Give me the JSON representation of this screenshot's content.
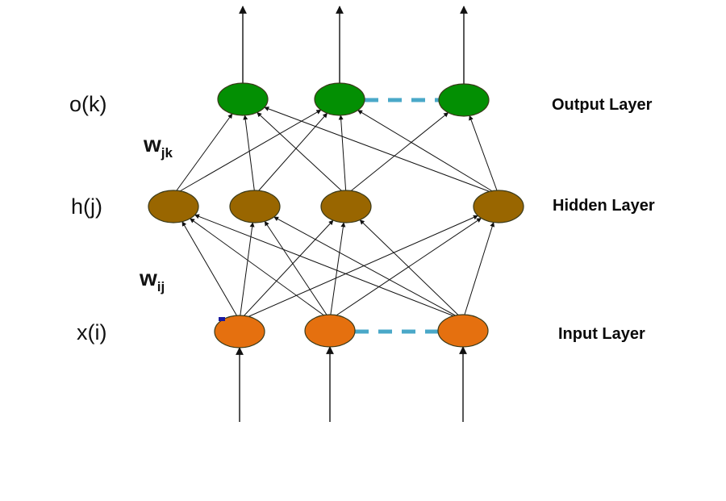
{
  "title": "Feed-forward neural network",
  "colors": {
    "output_node": "#038f03",
    "hidden_node": "#996600",
    "input_node": "#e5700f",
    "ellipsis_dash": "#4aa8c8",
    "edge": "#111111"
  },
  "layers": {
    "output": {
      "label": "Output Layer",
      "symbol": "o(k)",
      "node_count": 3
    },
    "hidden": {
      "label": "Hidden Layer",
      "symbol": "h(j)",
      "node_count": 4
    },
    "input": {
      "label": "Input Layer",
      "symbol": "x(i)",
      "node_count": 3
    }
  },
  "weights": {
    "hidden_to_output": {
      "base": "w",
      "subscript": "jk"
    },
    "input_to_hidden": {
      "base": "w",
      "subscript": "ij"
    }
  },
  "connections": {
    "input_to_hidden": [
      [
        0,
        0
      ],
      [
        0,
        1
      ],
      [
        0,
        2
      ],
      [
        0,
        3
      ],
      [
        1,
        0
      ],
      [
        1,
        1
      ],
      [
        1,
        2
      ],
      [
        1,
        3
      ],
      [
        2,
        0
      ],
      [
        2,
        1
      ],
      [
        2,
        2
      ],
      [
        2,
        3
      ]
    ],
    "hidden_to_output": [
      [
        0,
        0
      ],
      [
        0,
        1
      ],
      [
        1,
        0
      ],
      [
        1,
        1
      ],
      [
        2,
        0
      ],
      [
        2,
        1
      ],
      [
        2,
        2
      ],
      [
        3,
        0
      ],
      [
        3,
        1
      ],
      [
        3,
        2
      ]
    ]
  },
  "ellipsis": {
    "output": {
      "between": [
        1,
        2
      ]
    },
    "input": {
      "between": [
        1,
        2
      ]
    }
  }
}
